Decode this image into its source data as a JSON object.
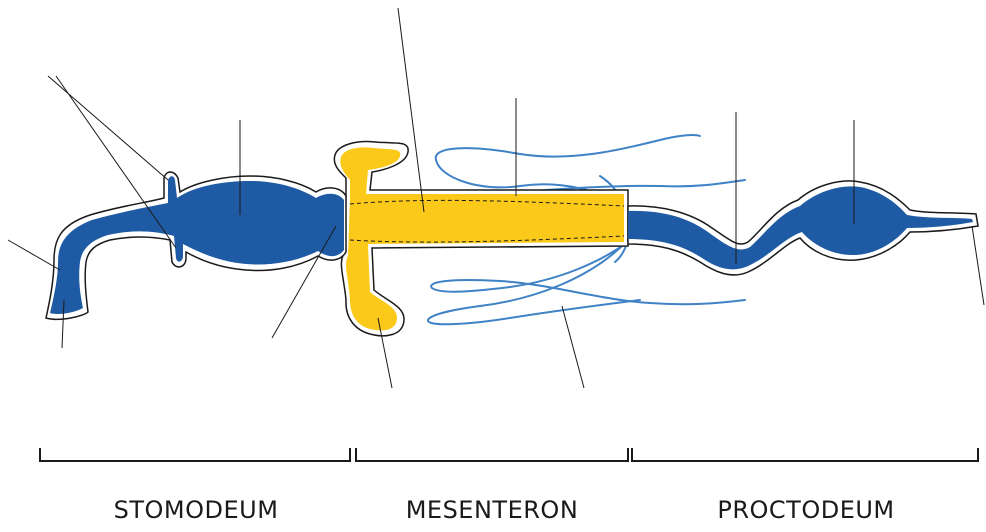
{
  "diagram": {
    "regions": [
      {
        "id": "stomodeum",
        "label": "STOMODEUM"
      },
      {
        "id": "mesenteron",
        "label": "MESENTERON"
      },
      {
        "id": "proctodeum",
        "label": "PROCTODEUM"
      }
    ],
    "colors": {
      "ectoderm_gut": "#1f5aa5",
      "midgut": "#fbc91a",
      "tubules": "#3f82c6",
      "lines": "#1a1a1a",
      "background": "#ffffff"
    }
  }
}
